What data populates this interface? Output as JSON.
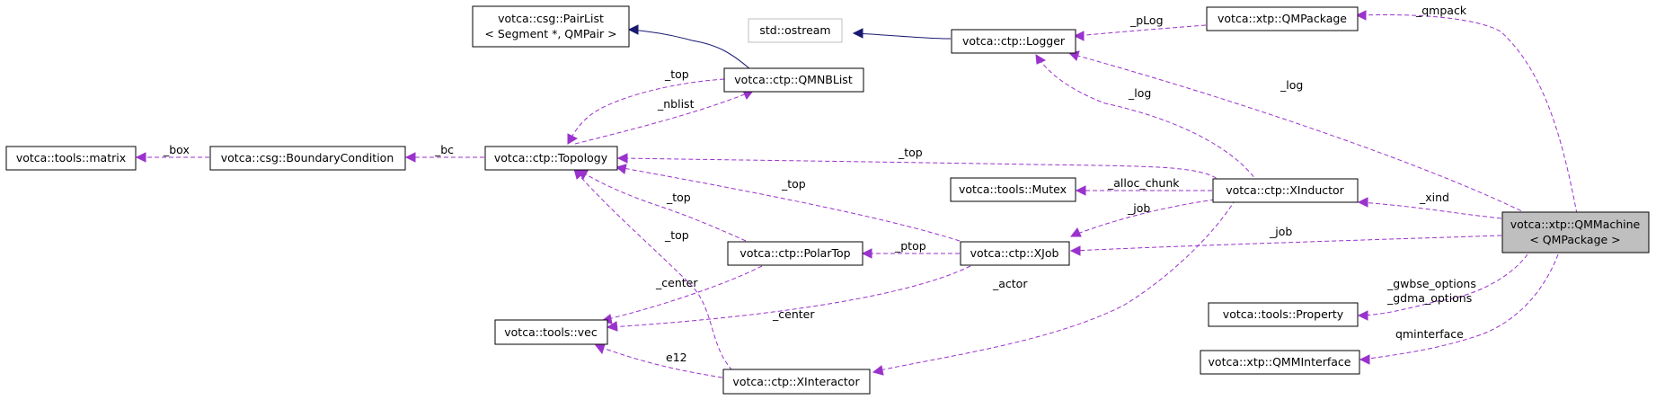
{
  "nodes": {
    "pairlist": [
      "votca::csg::PairList",
      "< Segment *, QMPair >"
    ],
    "ostream": [
      "std::ostream"
    ],
    "logger": [
      "votca::ctp::Logger"
    ],
    "qmpackage": [
      "votca::xtp::QMPackage"
    ],
    "qmnblist": [
      "votca::ctp::QMNBList"
    ],
    "matrix": [
      "votca::tools::matrix"
    ],
    "boundary": [
      "votca::csg::BoundaryCondition"
    ],
    "topology": [
      "votca::ctp::Topology"
    ],
    "mutex": [
      "votca::tools::Mutex"
    ],
    "xinductor": [
      "votca::ctp::XInductor"
    ],
    "qmmachine": [
      "votca::xtp::QMMachine",
      "< QMPackage >"
    ],
    "polartop": [
      "votca::ctp::PolarTop"
    ],
    "xjob": [
      "votca::ctp::XJob"
    ],
    "vec": [
      "votca::tools::vec"
    ],
    "property": [
      "votca::tools::Property"
    ],
    "qmminterface": [
      "votca::xtp::QMMInterface"
    ],
    "xinteractor": [
      "votca::ctp::XInteractor"
    ]
  },
  "edge_labels": {
    "qmpack": "_qmpack",
    "plog": "_pLog",
    "log_machine": "_log",
    "log_inductor": "_log",
    "top_nblist": "_top",
    "nblist": "_nblist",
    "box": "_box",
    "bc": "_bc",
    "top_inductor": "_top",
    "top_xjob": "_top",
    "top_polartop": "_top",
    "top_interactor": "_top",
    "alloc_chunk": "_alloc_chunk",
    "xind": "_xind",
    "job_inductor": "_job",
    "job_machine": "_job",
    "ptop": "_ptop",
    "center_polartop": "_center",
    "center_xjob": "_center",
    "actor": "_actor",
    "gwbse": "_gwbse_options",
    "gdma": "_gdma_options",
    "qminterface": "qminterface",
    "e12": "e12"
  },
  "colors": {
    "usage_edge": "#9a32cd",
    "inheritance_edge": "#191970",
    "focus_fill": "#bfbfbf",
    "ghost_border": "#bfbfbf"
  }
}
